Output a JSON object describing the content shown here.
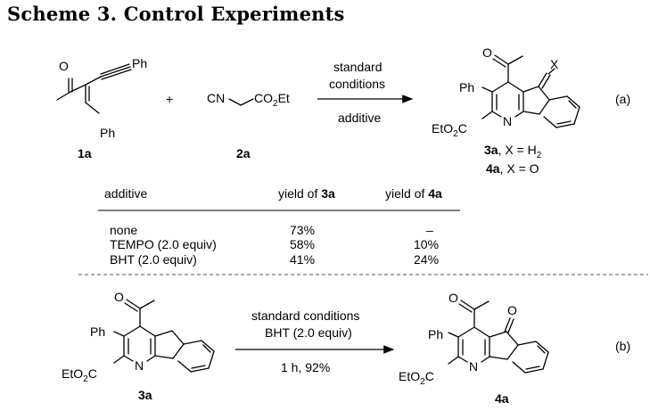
{
  "title": "Scheme 3. Control Experiments",
  "part_a": {
    "reactant1": {
      "ph_top": "Ph",
      "ph_bottom": "Ph",
      "oxygen": "O",
      "id": "1a"
    },
    "plus": "+",
    "reactant2": {
      "cn": "CN",
      "co2et_main": "CO",
      "co2et_sub": "2",
      "co2et_tail": "Et",
      "id": "2a"
    },
    "arrow_above_1": "standard",
    "arrow_above_2": "conditions",
    "arrow_below": "additive",
    "product": {
      "oxygen": "O",
      "x_label": "X",
      "ph": "Ph",
      "n": "N",
      "ester_pre": "EtO",
      "ester_sub": "2",
      "ester_post": "C",
      "line1_id": "3a",
      "line1_text": ", X = H",
      "line1_sub": "2",
      "line2_id": "4a",
      "line2_text": ", X = O"
    },
    "tag": "(a)"
  },
  "table": {
    "headers": {
      "additive": "additive",
      "yield3_prefix": "yield of ",
      "yield3_id": "3a",
      "yield4_prefix": "yield of ",
      "yield4_id": "4a"
    },
    "rows": [
      {
        "additive": "none",
        "y3": "73%",
        "y4": "–"
      },
      {
        "additive": "TEMPO (2.0 equiv)",
        "y3": "58%",
        "y4": "10%"
      },
      {
        "additive": "BHT (2.0 equiv)",
        "y3": "41%",
        "y4": "24%"
      }
    ]
  },
  "part_b": {
    "reactant": {
      "oxygen": "O",
      "ph": "Ph",
      "n": "N",
      "ester_pre": "EtO",
      "ester_sub": "2",
      "ester_post": "C",
      "id": "3a"
    },
    "arrow_above_1": "standard conditions",
    "arrow_above_2": "BHT (2.0 equiv)",
    "arrow_below": "1 h, 92%",
    "product": {
      "oxygen1": "O",
      "oxygen2": "O",
      "ph": "Ph",
      "n": "N",
      "ester_pre": "EtO",
      "ester_sub": "2",
      "ester_post": "C",
      "id": "4a"
    },
    "tag": "(b)"
  }
}
